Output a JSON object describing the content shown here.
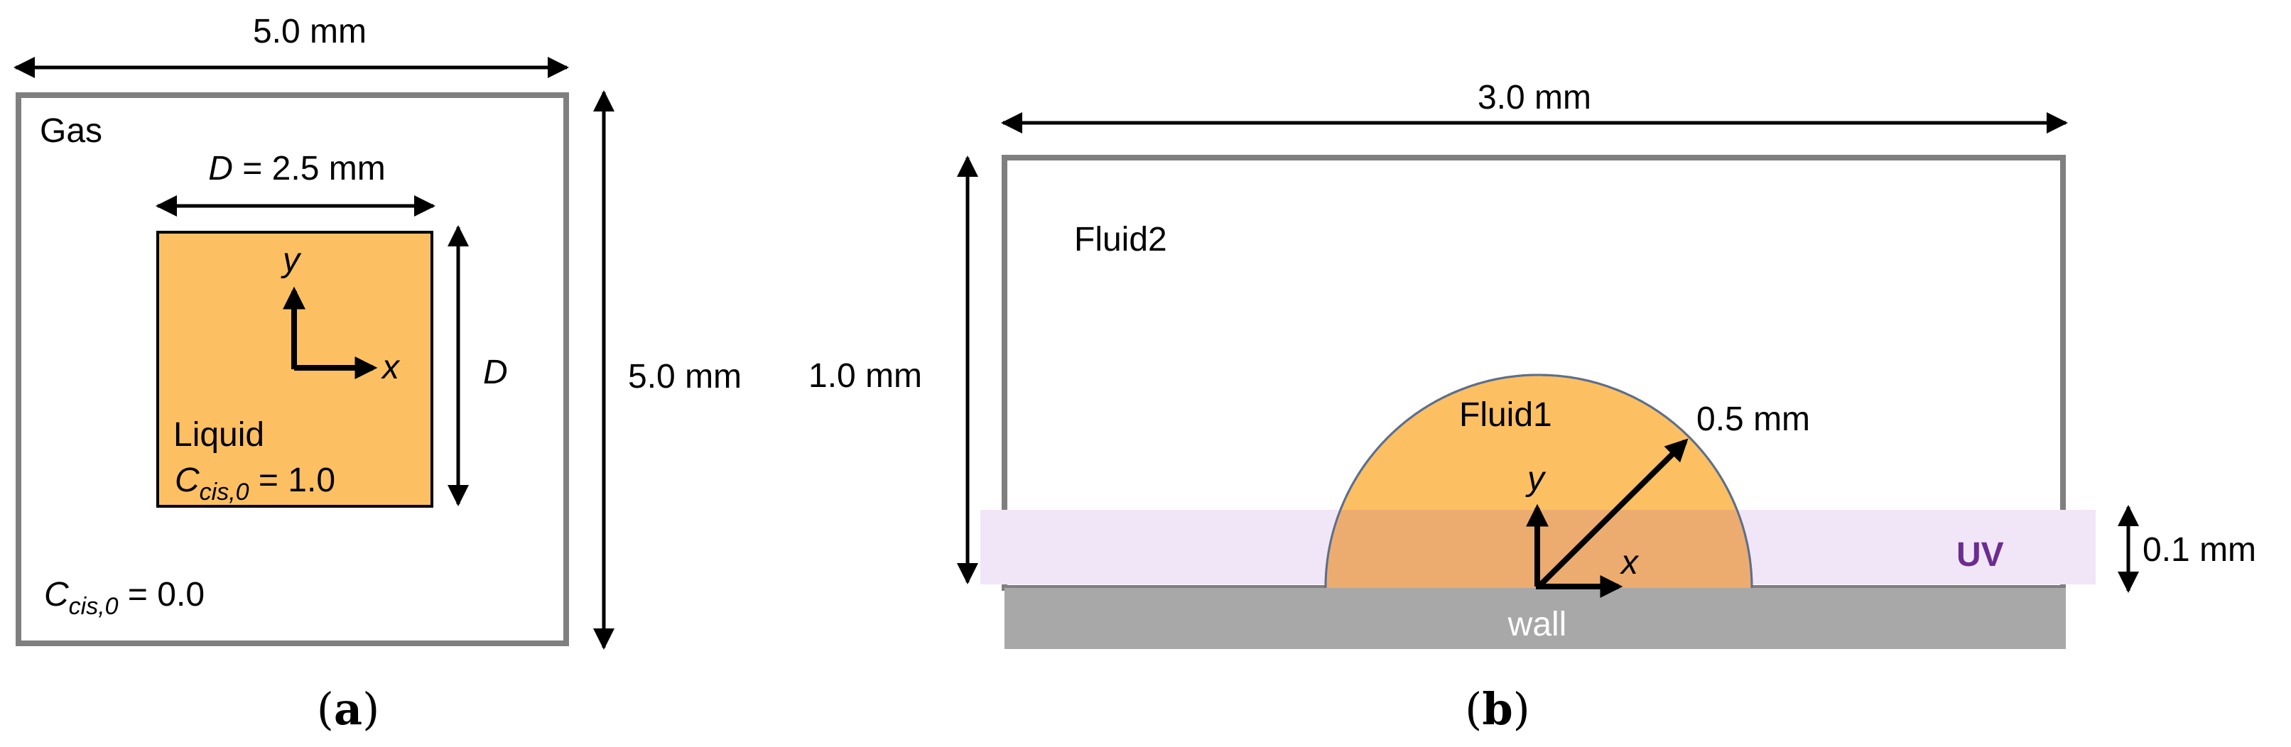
{
  "panel_a": {
    "caption": "(a)",
    "caption_letter": "a",
    "domain_width_label": "5.0 mm",
    "domain_height_label": "5.0 mm",
    "gas_label": "Gas",
    "square_size_label_var": "D",
    "square_size_label_rest": " = 2.5 mm",
    "square_side_label": "D",
    "axis_x_label": "x",
    "axis_y_label": "y",
    "liquid_label": "Liquid",
    "liquid_conc_var": "C",
    "liquid_conc_sub": "cis,0",
    "liquid_conc_val": " = 1.0",
    "gas_conc_var": "C",
    "gas_conc_sub": "cis,0",
    "gas_conc_val": " = 0.0"
  },
  "panel_b": {
    "caption": "(b)",
    "caption_letter": "b",
    "domain_width_label": "3.0 mm",
    "domain_height_label": "1.0 mm",
    "fluid2_label": "Fluid2",
    "fluid1_label": "Fluid1",
    "radius_label": "0.5 mm",
    "axis_x_label": "x",
    "axis_y_label": "y",
    "uv_label": "UV",
    "uv_thickness_label": "0.1 mm",
    "wall_label": "wall"
  },
  "colors": {
    "liquid_fill": "#fcc063",
    "liquid_uv_fill": "#ecac70",
    "uv_band": "#f1e6f7",
    "uv_text": "#6b2d8f",
    "wall_fill": "#a8a8a8",
    "frame_stroke": "#7f7f7f",
    "drop_stroke": "#5d6f8a"
  }
}
